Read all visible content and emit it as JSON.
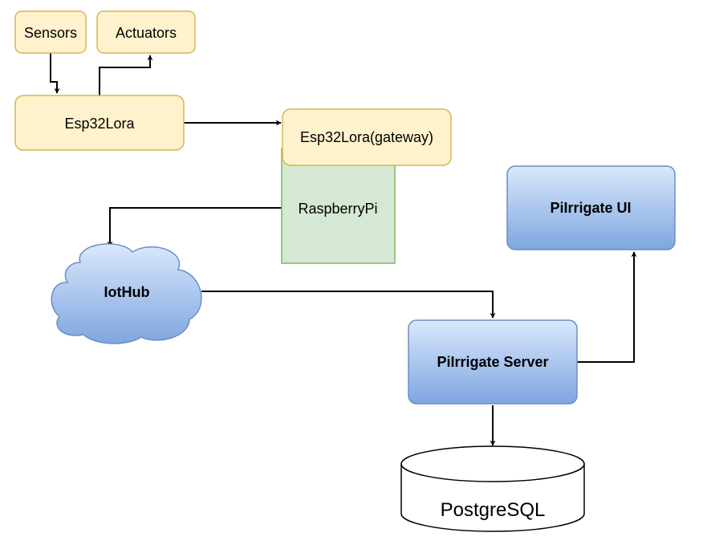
{
  "nodes": {
    "sensors": {
      "label": "Sensors"
    },
    "actuators": {
      "label": "Actuators"
    },
    "esp32lora": {
      "label": "Esp32Lora"
    },
    "raspberrypi": {
      "label": "RaspberryPi"
    },
    "esp32lora_gateway": {
      "label": "Esp32Lora(gateway)"
    },
    "iothub": {
      "label": "IotHub"
    },
    "server": {
      "label": "PiIrrigate Server"
    },
    "ui": {
      "label": "PiIrrigate UI"
    },
    "postgres": {
      "label": "PostgreSQL"
    }
  },
  "edges": [
    {
      "from": "Sensors",
      "to": "Esp32Lora"
    },
    {
      "from": "Esp32Lora",
      "to": "Actuators"
    },
    {
      "from": "Esp32Lora",
      "to": "Esp32Lora(gateway)"
    },
    {
      "from": "RaspberryPi",
      "to": "IotHub"
    },
    {
      "from": "IotHub",
      "to": "PiIrrigate Server"
    },
    {
      "from": "PiIrrigate Server",
      "to": "PiIrrigate UI"
    },
    {
      "from": "PiIrrigate Server",
      "to": "PostgreSQL"
    }
  ],
  "colors": {
    "yellow_fill": "#fff2cc",
    "yellow_stroke": "#d6b656",
    "green_fill": "#d5e8d4",
    "green_stroke": "#82b366",
    "blue_top": "#dae8fc",
    "blue_bottom": "#7ea6e0",
    "blue_stroke": "#6c8ebf"
  }
}
